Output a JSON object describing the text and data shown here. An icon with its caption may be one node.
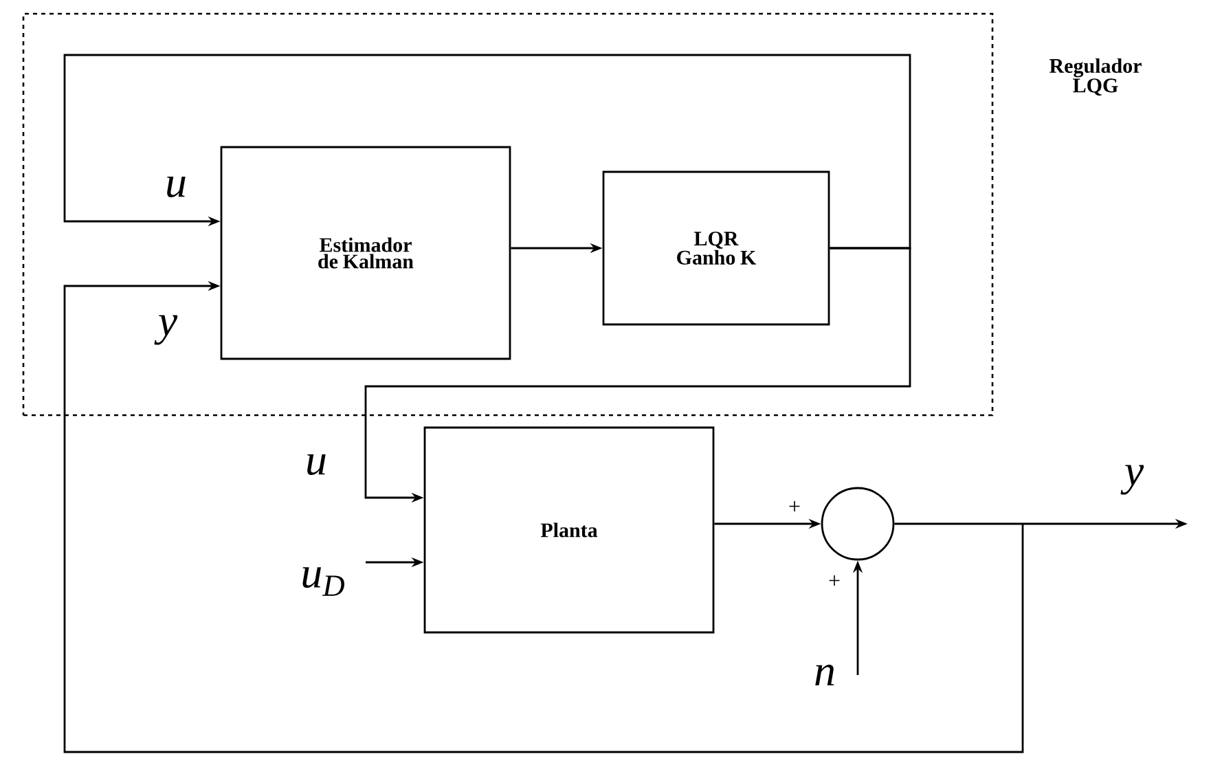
{
  "diagram": {
    "nodes": [
      {
        "text": [
          "Regulador LQG"
        ]
      },
      {
        "text": [
          "Estimador de Kalman"
        ],
        "in": 0
      },
      {
        "text": [
          "LQR Ganho K"
        ],
        "in": 0
      },
      {
        "text": [
          "Planta"
        ]
      },
      {
        "text": [],
        "shape": "circle"
      }
    ],
    "edges": [
      {
        "from": 2,
        "to": 1,
        "arrow": "to"
      },
      {
        "from": 1,
        "to": 2,
        "arrow": "to"
      },
      {
        "from": 2,
        "to": 3,
        "arrow": "to"
      },
      {
        "from": null,
        "to": 3,
        "arrow": "to"
      },
      {
        "from": 3,
        "to": 4,
        "arrow": "to"
      },
      {
        "from": null,
        "to": 4,
        "arrow": "to"
      },
      {
        "from": 4,
        "to": null,
        "arrow": "to"
      },
      {
        "from": 4,
        "to": 1,
        "arrow": "to"
      }
    ],
    "labels": [
      "u",
      "y",
      "u",
      "y",
      "+",
      "u$_{D}$",
      "+",
      "n"
    ]
  }
}
